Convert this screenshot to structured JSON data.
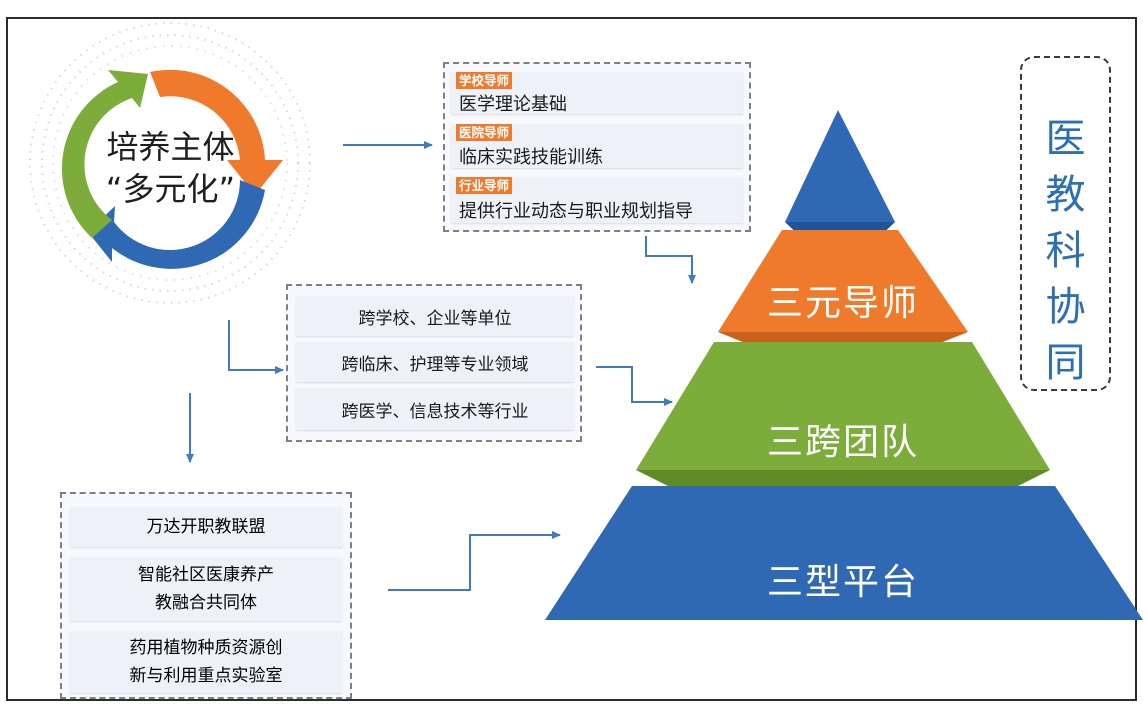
{
  "ring": {
    "line1": "培养主体",
    "line2": "“多元化”"
  },
  "mentors": [
    {
      "tag": "学校导师",
      "text": "医学理论基础"
    },
    {
      "tag": "医院导师",
      "text": "临床实践技能训练"
    },
    {
      "tag": "行业导师",
      "text": "提供行业动态与职业规划指导"
    }
  ],
  "cross": [
    "跨学校、企业等单位",
    "跨临床、护理等专业领域",
    "跨医学、信息技术等行业"
  ],
  "platforms": [
    {
      "line1": "万达开职教联盟",
      "line2": ""
    },
    {
      "line1": "智能社区医康养产",
      "line2": "教融合共同体"
    },
    {
      "line1": "药用植物种质资源创",
      "line2": "新与利用重点实验室"
    }
  ],
  "pyramid": {
    "tier1": "三元导师",
    "tier2": "三跨团队",
    "tier3": "三型平台"
  },
  "side": [
    "医",
    "教",
    "科",
    "协",
    "同"
  ],
  "colors": {
    "blue": "#2f69b3",
    "orange": "#ef7a2c",
    "green": "#7cac3a",
    "text_blue": "#2d6fb3"
  }
}
